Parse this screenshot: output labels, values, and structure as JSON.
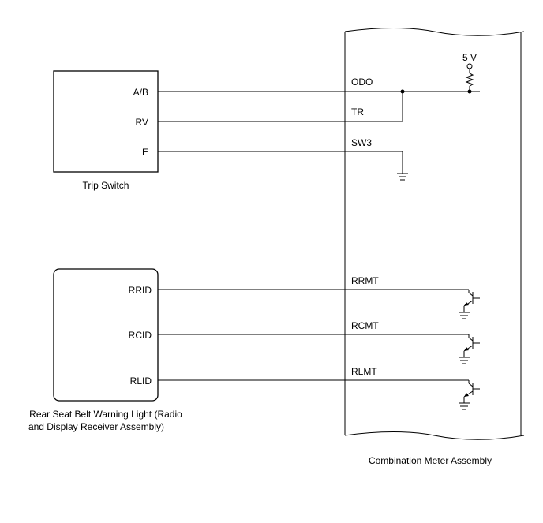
{
  "trip_switch": {
    "caption": "Trip Switch",
    "pins": [
      "A/B",
      "RV",
      "E"
    ]
  },
  "rear_seat_belt": {
    "caption_line1": "Rear Seat Belt Warning Light (Radio",
    "caption_line2": "and Display Receiver Assembly)",
    "pins": [
      "RRID",
      "RCID",
      "RLID"
    ]
  },
  "meter": {
    "caption": "Combination Meter Assembly",
    "supply": "5 V",
    "terminals": [
      "ODO",
      "TR",
      "SW3",
      "RRMT",
      "RCMT",
      "RLMT"
    ]
  }
}
